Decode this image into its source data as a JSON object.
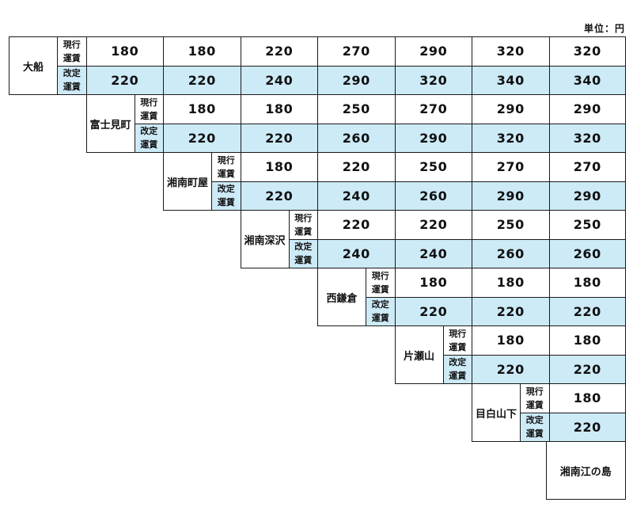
{
  "unit_label": "単位：円",
  "fare_types": {
    "current": "現行運賃",
    "revised": "改定運賃"
  },
  "columns": [
    "富士見町",
    "湘南町屋",
    "湘南深沢",
    "西鎌倉",
    "片瀬山",
    "目白山下",
    "湘南江の島"
  ],
  "rows": [
    {
      "station": "大船",
      "current": [
        "180",
        "180",
        "220",
        "270",
        "290",
        "320",
        "320"
      ],
      "revised": [
        "220",
        "220",
        "240",
        "290",
        "320",
        "340",
        "340"
      ]
    },
    {
      "station": "富士見町",
      "current": [
        "180",
        "180",
        "250",
        "270",
        "290",
        "290"
      ],
      "revised": [
        "220",
        "220",
        "260",
        "290",
        "320",
        "320"
      ]
    },
    {
      "station": "湘南町屋",
      "current": [
        "180",
        "220",
        "250",
        "270",
        "270"
      ],
      "revised": [
        "220",
        "240",
        "260",
        "290",
        "290"
      ]
    },
    {
      "station": "湘南深沢",
      "current": [
        "220",
        "220",
        "250",
        "250"
      ],
      "revised": [
        "240",
        "240",
        "260",
        "260"
      ]
    },
    {
      "station": "西鎌倉",
      "current": [
        "180",
        "180",
        "180"
      ],
      "revised": [
        "220",
        "220",
        "220"
      ]
    },
    {
      "station": "片瀬山",
      "current": [
        "180",
        "180"
      ],
      "revised": [
        "220",
        "220"
      ]
    },
    {
      "station": "目白山下",
      "current": [
        "180"
      ],
      "revised": [
        "220"
      ]
    }
  ],
  "last_station": "湘南江の島"
}
